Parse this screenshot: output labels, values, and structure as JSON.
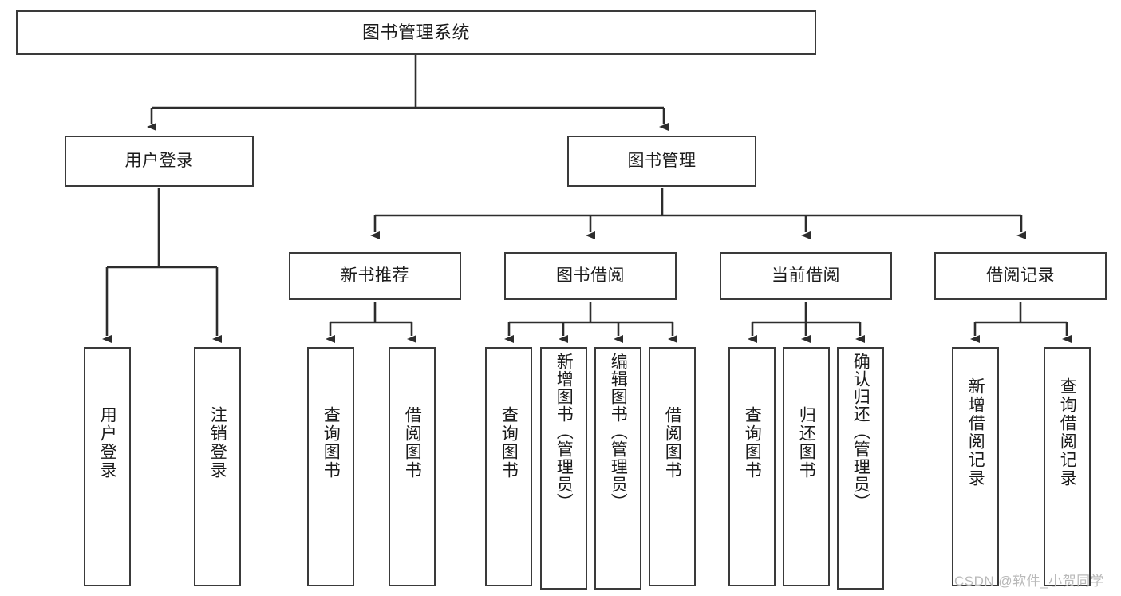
{
  "diagram": {
    "type": "tree",
    "title": "图书管理系统",
    "root": {
      "id": "root",
      "label": "图书管理系统"
    },
    "level2": [
      {
        "id": "user-login",
        "label": "用户登录"
      },
      {
        "id": "book-manage",
        "label": "图书管理"
      }
    ],
    "level3": [
      {
        "id": "new-book-recommend",
        "label": "新书推荐",
        "parent": "book-manage"
      },
      {
        "id": "book-borrow",
        "label": "图书借阅",
        "parent": "book-manage"
      },
      {
        "id": "current-borrow",
        "label": "当前借阅",
        "parent": "book-manage"
      },
      {
        "id": "borrow-record",
        "label": "借阅记录",
        "parent": "book-manage"
      }
    ],
    "leaves": [
      {
        "id": "leaf-user-login",
        "label": "用户登录",
        "parent": "user-login"
      },
      {
        "id": "leaf-logout-login",
        "label": "注销登录",
        "parent": "user-login"
      },
      {
        "id": "leaf-query-book-1",
        "label": "查询图书",
        "parent": "new-book-recommend"
      },
      {
        "id": "leaf-borrow-book-1",
        "label": "借阅图书",
        "parent": "new-book-recommend"
      },
      {
        "id": "leaf-query-book-2",
        "label": "查询图书",
        "parent": "book-borrow"
      },
      {
        "id": "leaf-add-book",
        "label": "新增图书（管理员）",
        "parent": "book-borrow"
      },
      {
        "id": "leaf-edit-book",
        "label": "编辑图书（管理员）",
        "parent": "book-borrow"
      },
      {
        "id": "leaf-borrow-book-2",
        "label": "借阅图书",
        "parent": "book-borrow"
      },
      {
        "id": "leaf-query-book-3",
        "label": "查询图书",
        "parent": "current-borrow"
      },
      {
        "id": "leaf-return-book",
        "label": "归还图书",
        "parent": "current-borrow"
      },
      {
        "id": "leaf-confirm-return",
        "label": "确认归还（管理员）",
        "parent": "current-borrow"
      },
      {
        "id": "leaf-add-record",
        "label": "新增借阅记录",
        "parent": "borrow-record"
      },
      {
        "id": "leaf-query-record",
        "label": "查询借阅记录",
        "parent": "borrow-record"
      }
    ],
    "colors": {
      "border": "#3a3a3a",
      "text": "#1b1b1b",
      "background": "#ffffff",
      "watermark": "#b9b9b9"
    }
  },
  "watermark": {
    "text": "CSDN @软件_小贺同学"
  }
}
